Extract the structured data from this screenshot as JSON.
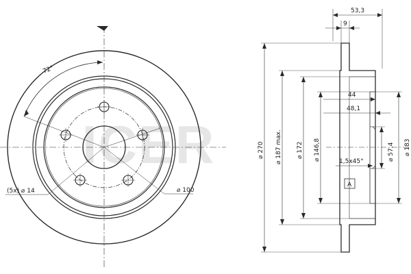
{
  "watermark": "ICER",
  "front_view": {
    "angle_label": "72°",
    "bolt_hole_label": "(5x) ⌀ 14",
    "pcd_label": "⌀ 100"
  },
  "side_view": {
    "dim_overall_width": "53,3",
    "dim_flange": "9",
    "dim_44": "44",
    "dim_48_1": "48,1",
    "chamfer": "1,5x45°",
    "datum": "A",
    "dia_270": "⌀ 270",
    "dia_187": "⌀ 187 max.",
    "dia_172": "⌀ 172",
    "dia_146_8": "⌀ 146,8",
    "dia_57_4": "⌀ 57,4",
    "dia_183": "⌀ 183"
  }
}
